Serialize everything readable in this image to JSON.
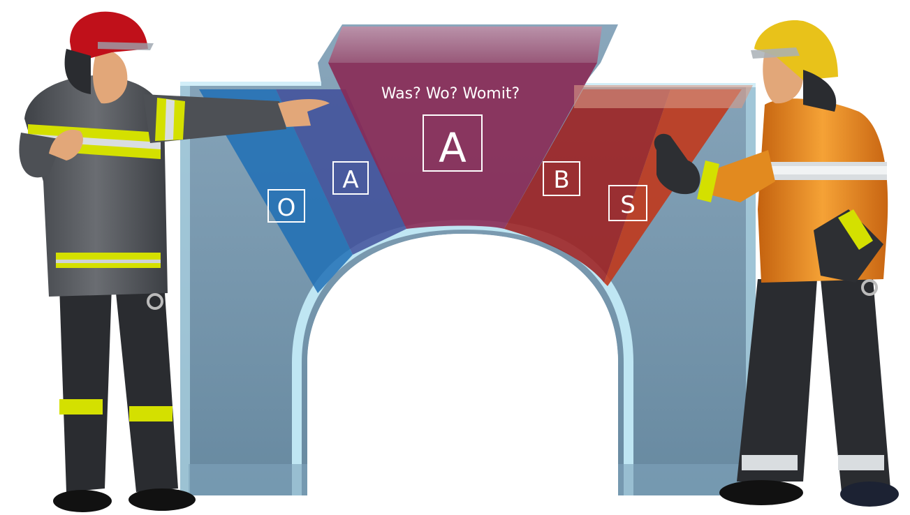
{
  "headline": "Was? Wo? Womit?",
  "letters": {
    "center": "A",
    "left_outer": "O",
    "left_inner": "A",
    "right_inner": "B",
    "right_outer": "S"
  },
  "colors": {
    "arch": "#6b8ea6",
    "arch_edge": "#bfe6f3",
    "blue_wedge": "#1f6fb5",
    "purple_wedge": "#8a2a55",
    "red_wedge": "#9e2020",
    "orange_red_wedge": "#c0381c",
    "gear_grey": "#5b5e63",
    "reflective_yellow": "#d4e000",
    "orange_jacket": "#f0962a",
    "red_helmet": "#c0101a",
    "yellow_helmet": "#e8c21a"
  }
}
